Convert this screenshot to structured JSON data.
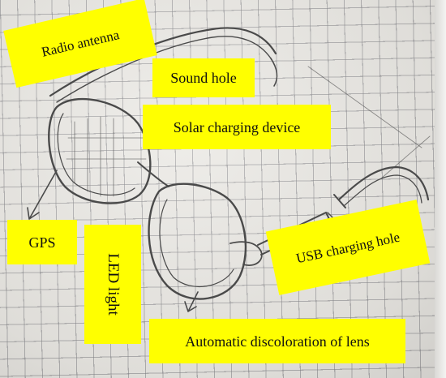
{
  "labels": {
    "radio_antenna": "Radio antenna",
    "sound_hole": "Sound hole",
    "solar_charging": "Solar charging device",
    "gps": "GPS",
    "led_light": "LED light",
    "usb_charging": "USB charging hole",
    "lens_discoloration": "Automatic discoloration of lens"
  },
  "colors": {
    "label_background": "#ffff00",
    "sketch_line": "#4a4a4a",
    "grid_line": "#8a8a8f"
  }
}
